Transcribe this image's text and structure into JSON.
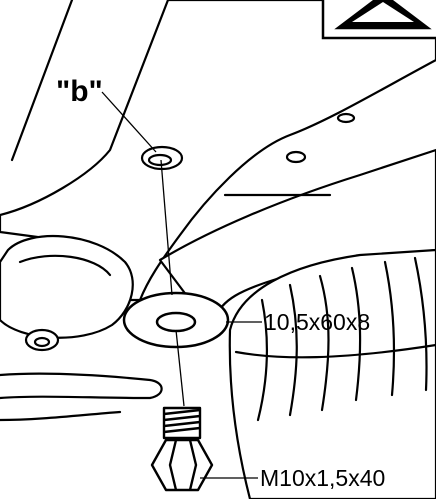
{
  "labels": {
    "part_b": "\"b\"",
    "washer_spec": "10,5x60x8",
    "bolt_spec": "M10x1,5x40"
  },
  "colors": {
    "line": "#000000",
    "paper": "#ffffff"
  }
}
